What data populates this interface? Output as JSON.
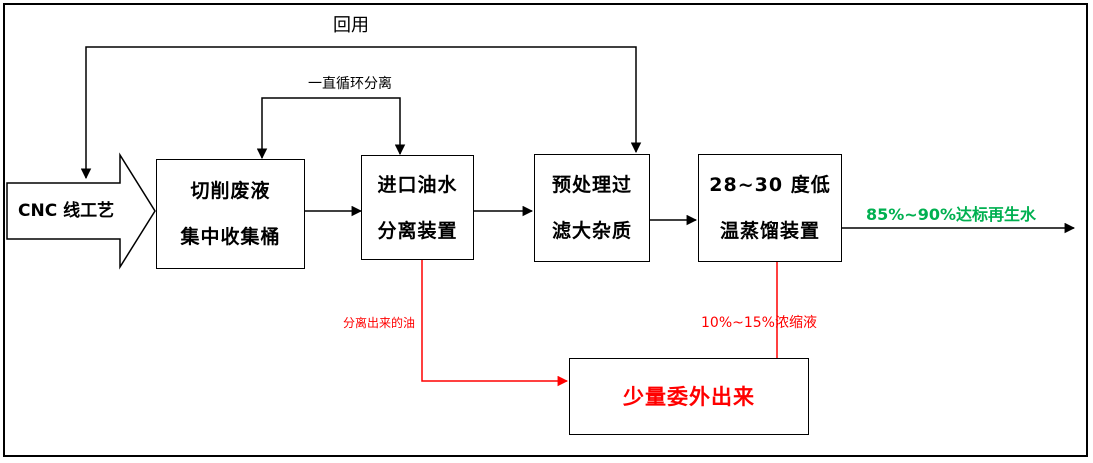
{
  "colors": {
    "line": "#000000",
    "red": "#ff0000",
    "green": "#00b050"
  },
  "input": {
    "label": "CNC 线工艺"
  },
  "nodes": {
    "collect": {
      "text": "切削废液\n集中收集桶"
    },
    "separator": {
      "text": "进口油水\n分离装置"
    },
    "pretreat": {
      "text": "预处理过\n滤大杂质"
    },
    "evaporator": {
      "text": "28~30 度低\n温蒸馏装置"
    },
    "outsource": {
      "text": "少量委外出来"
    }
  },
  "labels": {
    "reuse": "回用",
    "loop": "一直循环分离",
    "oil_out": "分离出来的油",
    "concentrate": "10%~15%浓缩液",
    "output": "85%~90%达标再生水"
  }
}
